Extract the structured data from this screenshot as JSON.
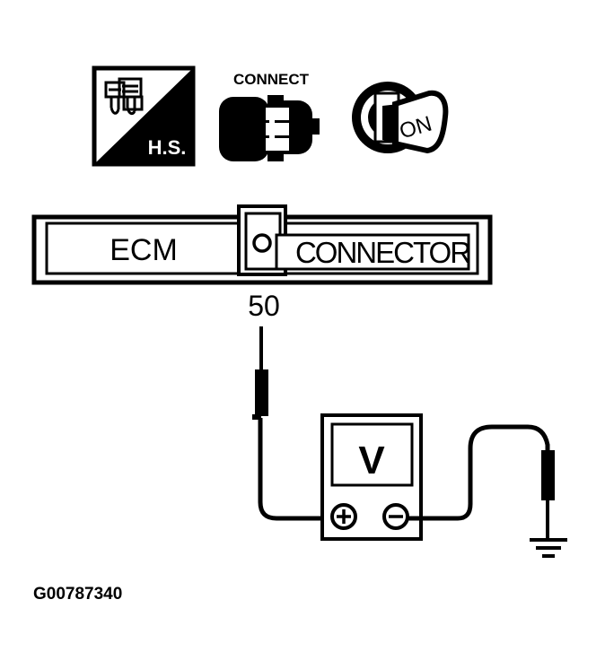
{
  "icons": {
    "harness_label": "H.S.",
    "connect_label": "CONNECT",
    "ignition_label": "ON"
  },
  "connector": {
    "left_label": "ECM",
    "right_label": "CONNECTOR",
    "pin_number": "50"
  },
  "meter": {
    "display_label": "V",
    "positive_symbol": "+",
    "negative_symbol": "−"
  },
  "figure_id": "G00787340"
}
